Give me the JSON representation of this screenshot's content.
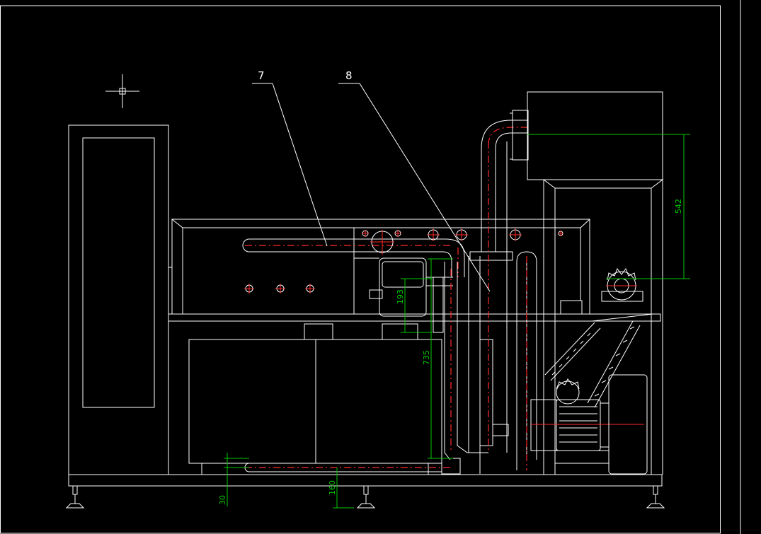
{
  "callouts": {
    "label_7": "7",
    "label_8": "8"
  },
  "dimensions": {
    "d542": "542",
    "d193": "193",
    "d735": "735",
    "d30": "30",
    "d160": "160"
  },
  "colors": {
    "background": "#000000",
    "geometry": "#ffffff",
    "centerline": "#ff2a2a",
    "dimension": "#00c800"
  }
}
